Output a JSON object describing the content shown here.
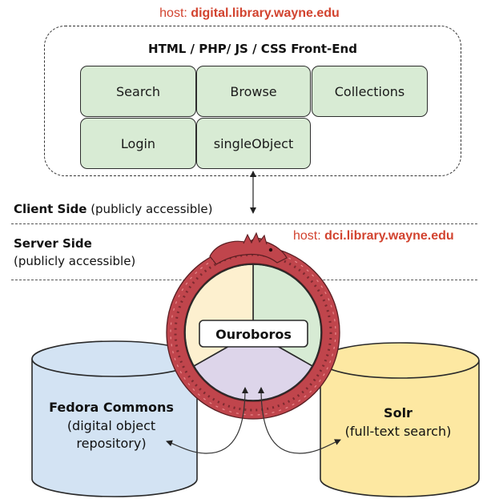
{
  "client_host": {
    "prefix": "host: ",
    "domain": "digital.library.wayne.edu"
  },
  "frontend": {
    "title": "HTML / PHP/ JS / CSS Front-End",
    "buttons": [
      {
        "id": "search",
        "label": "Search"
      },
      {
        "id": "browse",
        "label": "Browse"
      },
      {
        "id": "collections",
        "label": "Collections"
      },
      {
        "id": "login",
        "label": "Login"
      },
      {
        "id": "singleobject",
        "label": "singleObject"
      }
    ]
  },
  "client_side": {
    "title": "Client Side",
    "note": "(publicly accessible)"
  },
  "server_side": {
    "title": "Server Side",
    "note": "(publicly accessible)"
  },
  "server_host": {
    "prefix": "host: ",
    "domain": "dci.library.wayne.edu"
  },
  "ouroboros": {
    "label": "Ouroboros"
  },
  "fedora": {
    "title": "Fedora Commons",
    "line1": "(digital object",
    "line2": "repository)"
  },
  "solr": {
    "title": "Solr",
    "line1": "(full-text search)"
  },
  "colors": {
    "host_red": "#d2432f",
    "button_green": "#d8ebd4",
    "fedora_blue": "#d3e3f3",
    "solr_yellow": "#fde8a2",
    "wheel_cream": "#fdf0cf",
    "wheel_green": "#d7ebd4",
    "wheel_lavender": "#ddd5ea",
    "serpent_red": "#c0454c"
  }
}
